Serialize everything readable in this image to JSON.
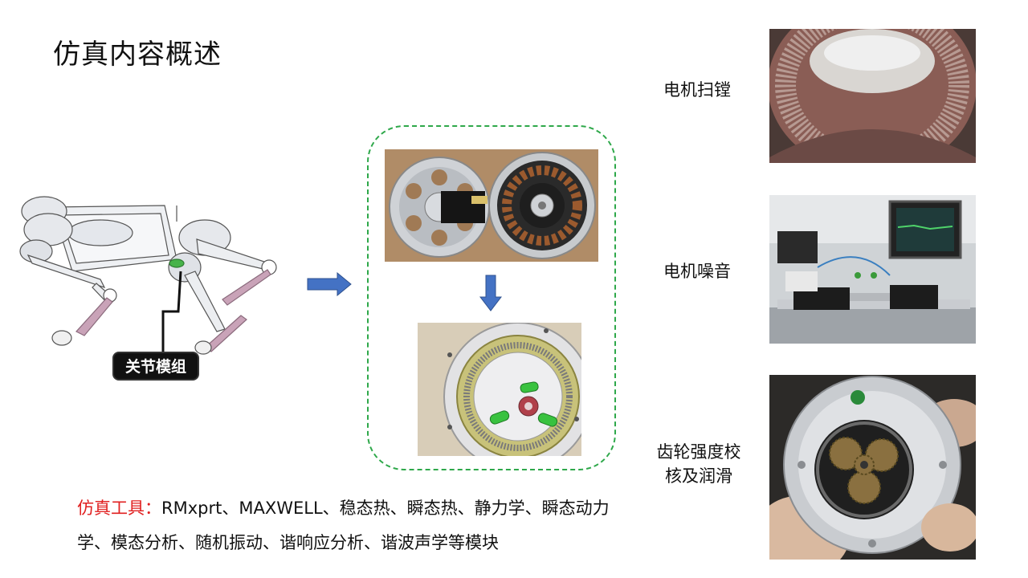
{
  "slide": {
    "title": "仿真内容概述",
    "joint_label": "关节模组",
    "right_labels": [
      "电机扫镗",
      "电机噪音",
      "齿轮强度校核及润滑"
    ],
    "tools_label": "仿真工具：",
    "tools_text": "RMxprt、MAXWELL、稳态热、瞬态热、静力学、瞬态动力学、模态分析、随机振动、谐响应分析、谐波声学等模块"
  },
  "colors": {
    "dash_border": "#2ea84a",
    "arrow": "#4472c4",
    "tools_label": "#e02020"
  },
  "icons": [
    "robot-dog-illustration",
    "arrow-right-icon",
    "arrow-down-icon"
  ]
}
